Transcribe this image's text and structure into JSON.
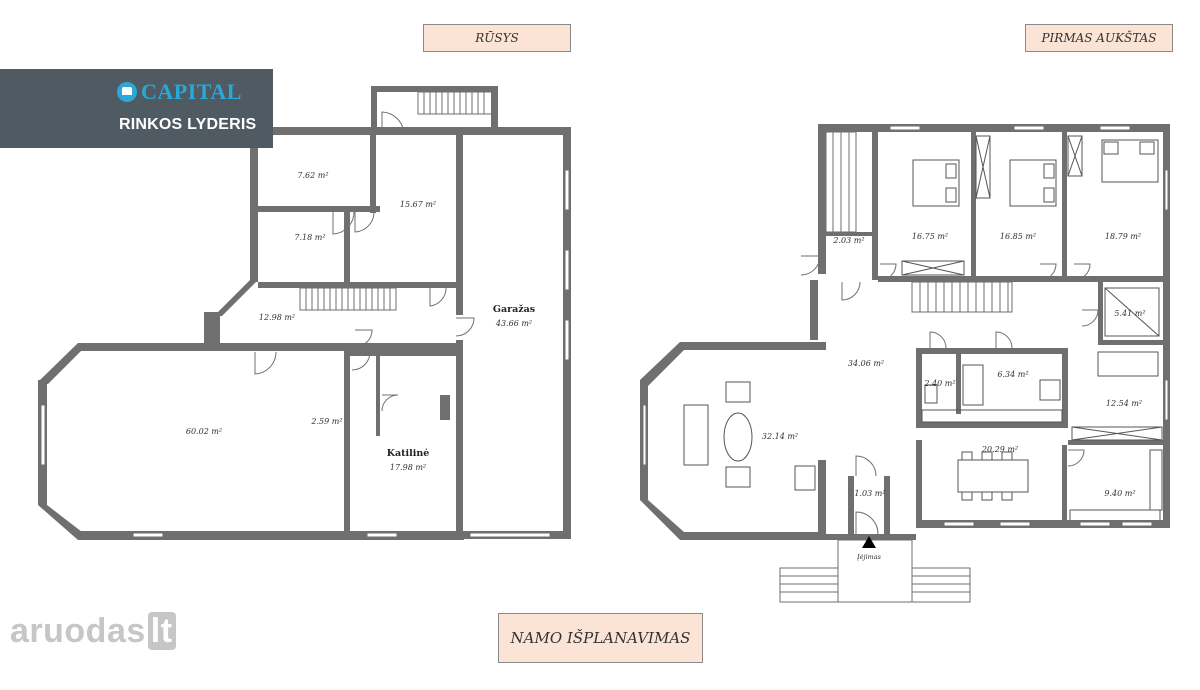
{
  "titles": {
    "basement": "RŪSYS",
    "first_floor": "PIRMAS AUKŠTAS",
    "layout": "NAMO IŠPLANAVIMAS"
  },
  "branding": {
    "capital_name": "CAPITAL",
    "capital_slogan": "RINKOS LYDERIS",
    "capital_accent": "#2aa8d8",
    "badge_bg": "#4f5a63",
    "portal": "aruodas",
    "portal_tld": "lt"
  },
  "basement": {
    "rooms": [
      {
        "area": "7.62 m²"
      },
      {
        "area": "7.18 m²"
      },
      {
        "area": "15.67 m²"
      },
      {
        "area": "12.98 m²"
      },
      {
        "name": "Garažas",
        "area": "43.66 m²"
      },
      {
        "area": "60.02 m²"
      },
      {
        "area": "2.59 m²"
      },
      {
        "name": "Katilinė",
        "area": "17.98 m²"
      }
    ]
  },
  "first_floor": {
    "rooms": [
      {
        "area": "2.03 m²"
      },
      {
        "area": "16.75 m²"
      },
      {
        "area": "16.85 m²"
      },
      {
        "area": "18.79 m²"
      },
      {
        "area": "5.41 m²"
      },
      {
        "area": "34.06 m²"
      },
      {
        "area": "2.40 m²"
      },
      {
        "area": "6.34 m²"
      },
      {
        "area": "12.54 m²"
      },
      {
        "area": "32.14 m²"
      },
      {
        "area": "20.29 m²"
      },
      {
        "area": "1.03 m²"
      },
      {
        "area": "9.40 m²"
      }
    ],
    "entrance": "Įėjimas"
  },
  "colors": {
    "wall": "#6f6f6f",
    "title_bg": "#fbe3d6"
  }
}
